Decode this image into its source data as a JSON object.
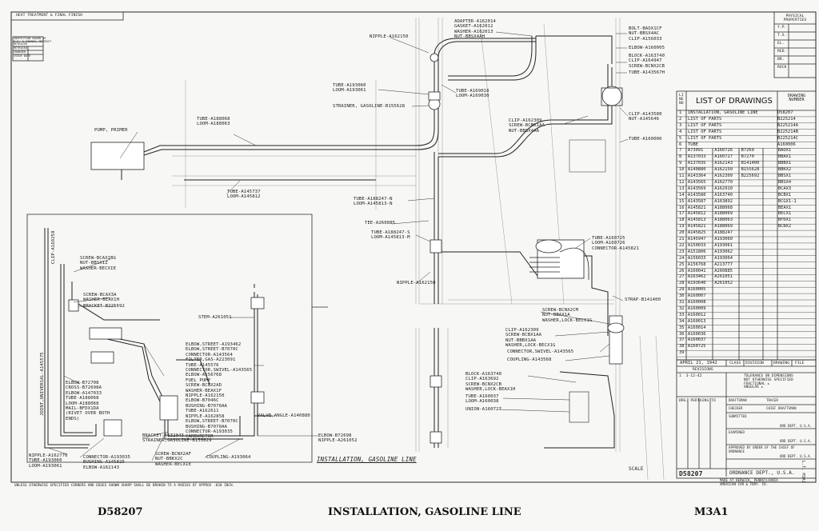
{
  "sheet": {
    "heat_treatment": "HEAT TREATMENT & FINAL FINISH",
    "inspection_lines": [
      "INSPECTION BOARD OF",
      "U.S. & CANADA, DETROIT",
      "RETRACED",
      "RETRACED",
      "CHANGED",
      "ISSUE DATE"
    ],
    "physical_properties": "PHYSICAL PROPERTIES",
    "phys_rows": [
      "Y.P.",
      "T.S.",
      "EL.",
      "RED.",
      "BR.",
      "ROCK"
    ],
    "drawing_title": "INSTALLATION, GASOLINE LINE",
    "scale_label": "SCALE",
    "footnote": "UNLESS OTHERWISE SPECIFIED CORNERS AND EDGES SHOWN SHARP SHALL BE BROKEN TO A RADIUS OF APPROX .030 INCH.",
    "caption_left": "D58207",
    "caption_center": "INSTALLATION, GASOLINE LINE",
    "caption_right": "M3A1"
  },
  "labels": {
    "pump_primer": "PUMP, PRIMER",
    "nipple_top": "NIPPLE-A162150",
    "adapter_group": "ADAPTER-A162014\nGASKET-A162012\nWASHER-A162013\nNUT-BBSX4AH",
    "bolt_group": "BOLT-BAOX1CF\nNUT-BBSX4AC\nCLIP-A156033",
    "elbow_160005": "ELBOW-A160005",
    "block_group": "BLOCK-A163740\nCLIP-A164947\nSCREW-BCNX2CB",
    "tube_143567": "TUBE-A143567H",
    "tube_loom_193060": "TUBE-A193060\nLOOM-A193061",
    "tube_loom_169018": "TUBE-A169018\nLOOM-A169030",
    "strainer": "STRAINER, GASOLINE-B155628",
    "clip_143580": "CLIP-A143580\nNUT-A145646",
    "clip_162309": "CLIP-A162309\nSCREW-BCBX1AA\nNUT-BBSX4AA",
    "tube_160006": "TUBE-A160006",
    "tube_loom_188068": "TUBE-A188068\nLOOM-A188063",
    "tube_loom_145737": "TUBE-A145737\nLOOM-A145812",
    "tube_loom_188247": "TUBE-A188247-N\nLOOM-A145813-N",
    "tee": "TEE-A260885",
    "tube_loom_188247m": "TUBE-A188247-S\nLOOM-A145813-M",
    "tube_160725": "TUBE-A160725\nLOOM-A160726\nCONNECTOR-A145821",
    "nipple_low": "NIPPLE-A162150",
    "strap": "STRAP-B141400",
    "screw_bcnx2cm": "SCREW-BCNX2CM\nNUT-BBAX1A\nWASHER,LOCK-BECX1G",
    "clip_162309b": "CLIP-A162309\nSCREW-BCBX1AA\nNUT-BBBX1AA\nWASHER,LOCK-BECX1G",
    "connector_swivel": "CONNECTOR,SWIVEL-A143565",
    "coupling_143568": "COUPLING-A143568",
    "block_163740": "BLOCK-A163740\nCLIP-A163692\nSCREW-BCNX2CB\nWASHER,LOCK-BEAX1H",
    "tube_loom_160037": "TUBE-A160037\nLOOM-A160038",
    "union": "UNION-A160727",
    "screw_bcaxlbg": "SCREW-BCAX1BG\nNUT-BBSX1Z\nWASHER-BECXIE",
    "screw_bcax3a": "SCREW-BCAX3A\nWASHER-BEAX1H",
    "bracket_b225692": "BRACKET-B225692",
    "clip_vertical": "CLIP-A160258",
    "stem": "STEM-A261051",
    "elbow_street_group": "ELBOW,STREET-A193462\nELBOW,STREET-B7070C\nCONNECTOR-A143564\nFILTER,GAS-A223091\nTUBE-A145576\nCONNECTOR,SWIVEL-A143565\nELBOW-A156768\nFUEL PUMP\nSCREW-BCNX2AD\nWASHER-BEAX1F\nNIPPLE-A162150\nELBOW-B7046C\nBUSHING-B7070AA\nTUBE-A162611\nNIPPLE-A162858\nELBOW,STREET-B7070C\nBUSHING-B7070AA\nCONNECTOR-A193035\nCARBURETOR",
    "elbow_left_group": "ELBOW-B72708\nCROSS-B72698A\nELBOW-A147033\nTUBE-A188068\nLOOM-A188068\nMAIL-BFDX1DA\n(RIVET OVER BOTH\nENDS)",
    "valve_angle": "VALVE,ANGLE-A140880",
    "elbow_b72698": "ELBOW-B72698\nNIPPLE-A261052",
    "bracket_strainer": "BRACKET-A132043\nSTRAINER,GASOLINE-B155629",
    "coupling_193064": "COUPLING-A193064",
    "screw_bcnx2af": "SCREW-BCNX2AF\nNUT-BBKX2C\nWASHER-BECXIE",
    "connector_193035": "CONNECTOR-A193035\nBUSHING-A145825\nELBOW-A162143",
    "nipple_162770": "NIPPLE-A162770\nTUBE-A193060\nLOOM-A193061",
    "flex_conduit": "JOINT,UNIVERSAL-A145575",
    "installation_caption": "INSTALLATION, GASOLINE LINE"
  },
  "list_of_drawings": {
    "title": "LIST OF DRAWINGS",
    "line_no_header": "LINE NO",
    "drawing_number_header": "DRAWING NUMBER",
    "rows": [
      {
        "no": "1",
        "a": "INSTALLATION, GASOLINE LINE",
        "b": "",
        "c": "",
        "d": "",
        "dn": "D58207"
      },
      {
        "no": "2",
        "a": "LIST OF PARTS",
        "b": "",
        "c": "",
        "d": "",
        "dn": "B225214"
      },
      {
        "no": "3",
        "a": "LIST OF PARTS",
        "b": "",
        "c": "",
        "d": "",
        "dn": "B225214A"
      },
      {
        "no": "4",
        "a": "LIST OF PARTS",
        "b": "",
        "c": "",
        "d": "",
        "dn": "B225214B"
      },
      {
        "no": "5",
        "a": "LIST OF PARTS",
        "b": "",
        "c": "",
        "d": "",
        "dn": "B225214C"
      },
      {
        "no": "6",
        "a": "TUBE",
        "b": "",
        "c": "",
        "d": "",
        "dn": "A160006"
      },
      {
        "no": "7",
        "a": "A73091",
        "b": "A160726",
        "c": "B7269",
        "d": "",
        "dn": "BAOX1"
      },
      {
        "no": "8",
        "a": "A137033",
        "b": "A160727",
        "c": "B7270",
        "d": "",
        "dn": "BBAX1"
      },
      {
        "no": "9",
        "a": "A137035",
        "b": "A162143",
        "c": "B141400",
        "d": "",
        "dn": "BBBX1"
      },
      {
        "no": "10",
        "a": "A140880",
        "b": "A162150",
        "c": "B155628",
        "d": "",
        "dn": "BBKX2"
      },
      {
        "no": "11",
        "a": "A143364",
        "b": "A162309",
        "c": "B225692",
        "d": "",
        "dn": "BBSX1"
      },
      {
        "no": "12",
        "a": "A143565",
        "b": "A162770",
        "c": "",
        "d": "",
        "dn": "BBSX4"
      },
      {
        "no": "13",
        "a": "A143569",
        "b": "A162910",
        "c": "",
        "d": "",
        "dn": "BCAX3"
      },
      {
        "no": "14",
        "a": "A143580",
        "b": "A163740",
        "c": "",
        "d": "",
        "dn": "BCBX1"
      },
      {
        "no": "15",
        "a": "A143587",
        "b": "A163892",
        "c": "",
        "d": "",
        "dn": "BCGX1-1"
      },
      {
        "no": "16",
        "a": "A145821",
        "b": "A188068",
        "c": "",
        "d": "",
        "dn": "BEAX1"
      },
      {
        "no": "17",
        "a": "A145812",
        "b": "A188069",
        "c": "",
        "d": "",
        "dn": "BECX1"
      },
      {
        "no": "18",
        "a": "A145813",
        "b": "A188063",
        "c": "",
        "d": "",
        "dn": "BFDX1"
      },
      {
        "no": "19",
        "a": "A145821",
        "b": "A188069",
        "c": "",
        "d": "",
        "dn": "BCNX2"
      },
      {
        "no": "20",
        "a": "A145825",
        "b": "A188247",
        "c": "",
        "d": "",
        "dn": ""
      },
      {
        "no": "21",
        "a": "A145947",
        "b": "A193060",
        "c": "",
        "d": "",
        "dn": ""
      },
      {
        "no": "22",
        "a": "A150033",
        "b": "A193061",
        "c": "",
        "d": "",
        "dn": ""
      },
      {
        "no": "23",
        "a": "A151806",
        "b": "A193062",
        "c": "",
        "d": "",
        "dn": ""
      },
      {
        "no": "24",
        "a": "A156033",
        "b": "A193064",
        "c": "",
        "d": "",
        "dn": ""
      },
      {
        "no": "25",
        "a": "A156768",
        "b": "A213777",
        "c": "",
        "d": "",
        "dn": ""
      },
      {
        "no": "26",
        "a": "A160041",
        "b": "A260885",
        "c": "",
        "d": "",
        "dn": ""
      },
      {
        "no": "27",
        "a": "A163462",
        "b": "A261051",
        "c": "",
        "d": "",
        "dn": ""
      },
      {
        "no": "28",
        "a": "A193640",
        "b": "A261052",
        "c": "",
        "d": "",
        "dn": ""
      },
      {
        "no": "29",
        "a": "A160005",
        "b": "",
        "c": "",
        "d": "",
        "dn": ""
      },
      {
        "no": "30",
        "a": "A160007",
        "b": "",
        "c": "",
        "d": "",
        "dn": ""
      },
      {
        "no": "31",
        "a": "A160008",
        "b": "",
        "c": "",
        "d": "",
        "dn": ""
      },
      {
        "no": "32",
        "a": "A160009",
        "b": "",
        "c": "",
        "d": "",
        "dn": ""
      },
      {
        "no": "33",
        "a": "A160012",
        "b": "",
        "c": "",
        "d": "",
        "dn": ""
      },
      {
        "no": "34",
        "a": "A160013",
        "b": "",
        "c": "",
        "d": "",
        "dn": ""
      },
      {
        "no": "35",
        "a": "A160014",
        "b": "",
        "c": "",
        "d": "",
        "dn": ""
      },
      {
        "no": "36",
        "a": "A160036",
        "b": "",
        "c": "",
        "d": "",
        "dn": ""
      },
      {
        "no": "37",
        "a": "A160037",
        "b": "",
        "c": "",
        "d": "",
        "dn": ""
      },
      {
        "no": "38",
        "a": "A160725",
        "b": "",
        "c": "",
        "d": "",
        "dn": ""
      },
      {
        "no": "39",
        "a": "",
        "b": "",
        "c": "",
        "d": "",
        "dn": ""
      }
    ]
  },
  "title_block": {
    "date": "APRIL 21, 1942",
    "class": "CLASS",
    "division": "DIVISION",
    "drawing": "DRAWING",
    "file": "FILE",
    "revisions": "REVISIONS",
    "rev1": "1  3-12-42",
    "tolerance": "TOLERANCE ON DIMENSIONS\nNOT OTHERWISE SPECIFIED\nFRACTIONAL ±\nANGULAR ±",
    "drg_pertains": "DRG. PERTAINS TO",
    "draftsman": "DRAFTSMAN",
    "tracer": "TRACER",
    "checker": "CHECKER",
    "chief_draftsman": "CHIEF DRAFTSMAN",
    "submitted": "SUBMITTED",
    "ord_dept": "ORD DEPT. U.S.A.",
    "examined": "EXAMINED",
    "approved": "APPROVED BY ORDER OF THE CHIEF OF\nORDNANCE",
    "drawing_number": "D58207",
    "ordnance": "ORDNANCE DEPT., U.S.A.",
    "made_at": "MADE AT BERWICK, PENNSYLVANIA\nAMERICAN CAR & FDRY. CO.",
    "vertical_note": "L.T. M3A1"
  }
}
